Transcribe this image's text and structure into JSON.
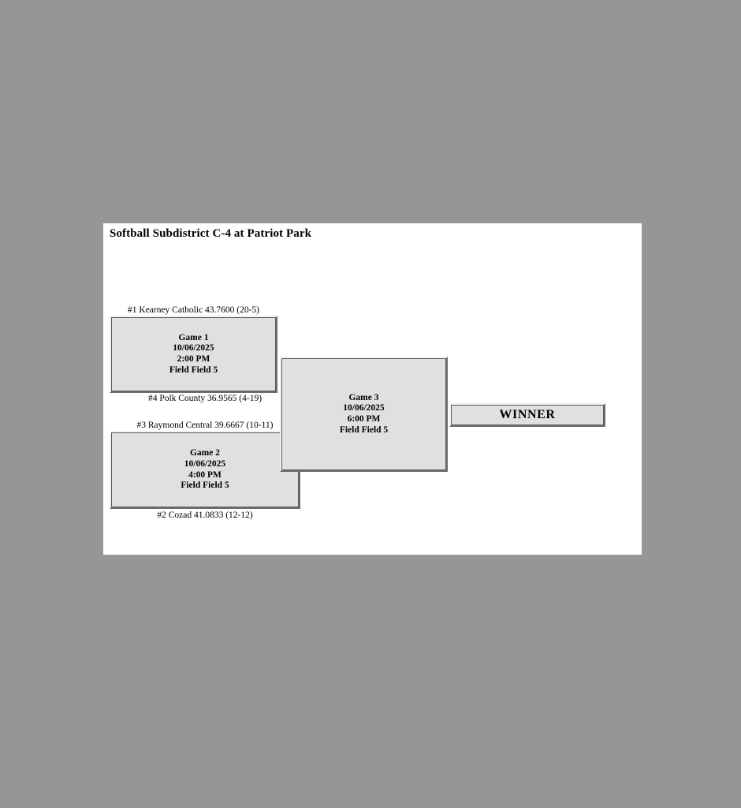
{
  "page": {
    "title": "Softball Subdistrict C-4 at Patriot Park",
    "background_color": "#969696",
    "panel_color": "#ffffff",
    "box_fill_color": "#e0e0e0"
  },
  "bracket": {
    "winner_label": "WINNER",
    "games": [
      {
        "id": "game1",
        "name": "Game 1",
        "date": "10/06/2025",
        "time": "2:00 PM",
        "field": "Field Field 5",
        "top_team": "#1 Kearney Catholic 43.7600 (20-5)",
        "bottom_team": "#4 Polk County 36.9565 (4-19)"
      },
      {
        "id": "game2",
        "name": "Game 2",
        "date": "10/06/2025",
        "time": "4:00 PM",
        "field": "Field Field 5",
        "top_team": "#3 Raymond Central 39.6667 (10-11)",
        "bottom_team": "#2 Cozad 41.0833 (12-12)"
      },
      {
        "id": "game3",
        "name": "Game 3",
        "date": "10/06/2025",
        "time": "6:00 PM",
        "field": "Field Field 5",
        "top_team": "",
        "bottom_team": ""
      }
    ]
  }
}
